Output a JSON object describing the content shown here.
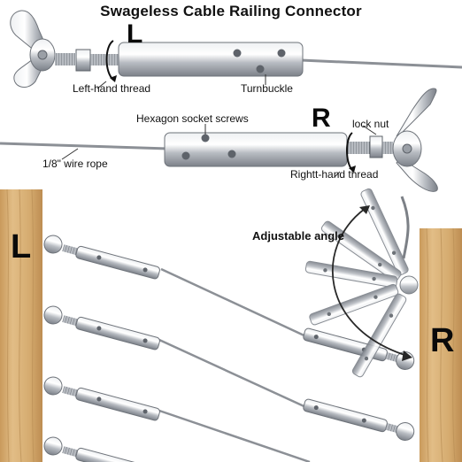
{
  "title": "Swageless Cable Railing Connector",
  "labels": {
    "top_side_letter": "L",
    "left_hand_thread": "Left-hand thread",
    "turnbuckle": "Turnbuckle",
    "hex_socket_screws": "Hexagon socket screws",
    "right_side_letter": "R",
    "lock_nut": "lock nut",
    "wire_rope": "1/8\" wire rope",
    "right_hand_thread": "Rightt-hand thread",
    "adjustable_angle": "Adjustable angle",
    "post_left_letter": "L",
    "post_right_letter": "R"
  },
  "colors": {
    "steel": "#c9ccd1",
    "steel_dark": "#6e737a",
    "wood": "#d9b27a",
    "wood_grain": "#b98e55",
    "cable": "#8c9096",
    "arrow": "#111111"
  }
}
